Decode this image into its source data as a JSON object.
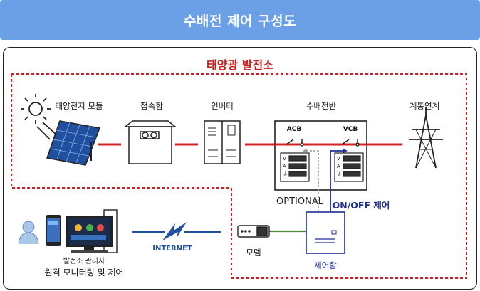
{
  "header": {
    "title": "수배전 제어 구성도"
  },
  "zone": {
    "title": "태양광 발전소"
  },
  "components": {
    "solar_module": "태양전지 모듈",
    "junction_box": "접속함",
    "inverter": "인버터",
    "switchboard": "수배전반",
    "grid": "계통연계",
    "modem": "모뎀",
    "controller": "제어함"
  },
  "switchboard": {
    "acb": "ACB",
    "vcb": "VCB",
    "optional": "OPTIONAL"
  },
  "control": {
    "onoff": "ON/OFF 제어"
  },
  "network": {
    "internet": "INTERNET"
  },
  "admin": {
    "line1": "발전소 관리자",
    "line2": "원격 모니터링 및 제어"
  },
  "colors": {
    "banner": "#6b9fe6",
    "zone_border": "#cc1f1f",
    "power_line": "#d42020",
    "control_line": "#1f2f99",
    "modem_line": "#4a8a3a"
  }
}
